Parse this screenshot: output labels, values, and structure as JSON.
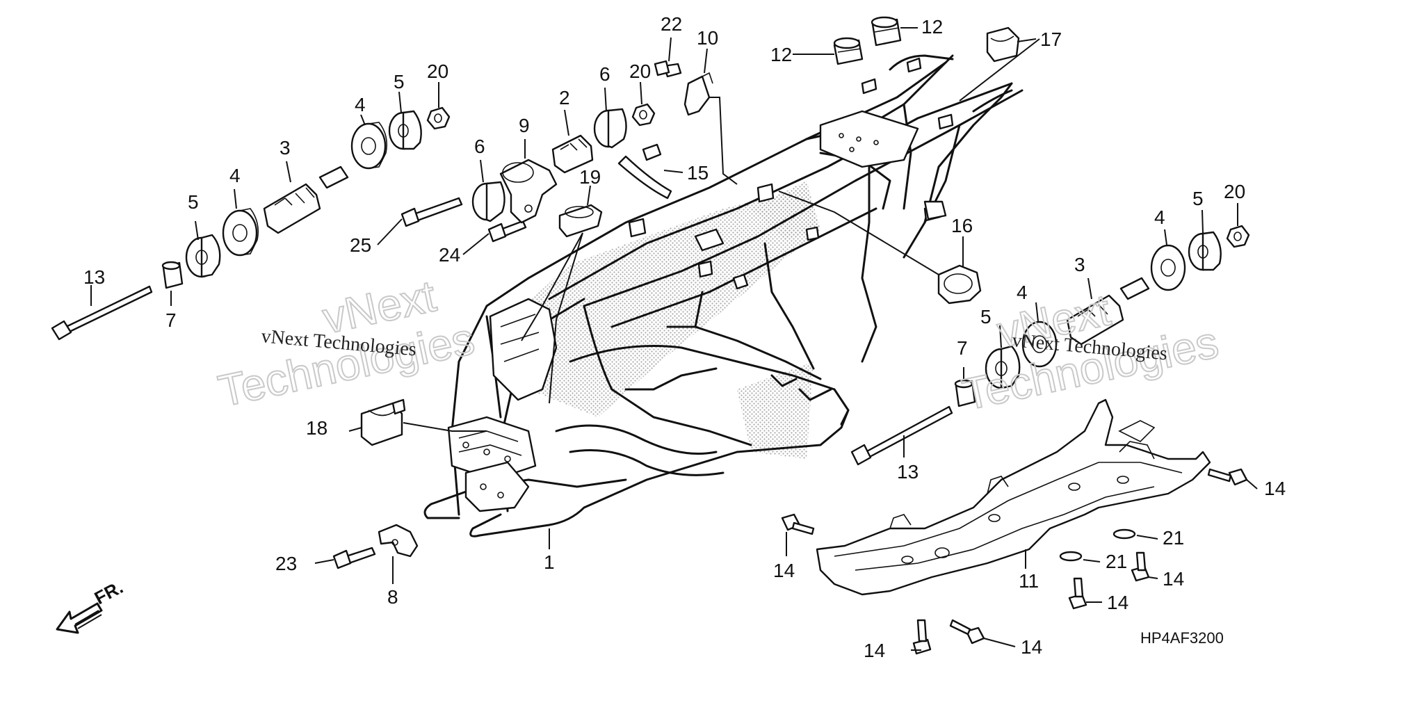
{
  "diagram_code": "HP4AF3200",
  "direction_label": "FR.",
  "watermark": {
    "brand_top": "vNext",
    "brand_bottom": "Technologies",
    "line": "vNext Technologies"
  },
  "callouts": {
    "c1": "1",
    "c2": "2",
    "c3a": "3",
    "c3b": "3",
    "c4a": "4",
    "c4b": "4",
    "c4c": "4",
    "c4d": "4",
    "c5a": "5",
    "c5b": "5",
    "c5c": "5",
    "c5d": "5",
    "c6a": "6",
    "c6b": "6",
    "c7a": "7",
    "c7b": "7",
    "c8": "8",
    "c9": "9",
    "c10": "10",
    "c11": "11",
    "c12a": "12",
    "c12b": "12",
    "c13a": "13",
    "c13b": "13",
    "c14a": "14",
    "c14b": "14",
    "c14c": "14",
    "c14d": "14",
    "c14e": "14",
    "c14f": "14",
    "c15": "15",
    "c16": "16",
    "c17": "17",
    "c18": "18",
    "c19": "19",
    "c20a": "20",
    "c20b": "20",
    "c20c": "20",
    "c21a": "21",
    "c21b": "21",
    "c22": "22",
    "c23": "23",
    "c24": "24",
    "c25": "25"
  },
  "colors": {
    "line": "#111111",
    "background": "#ffffff",
    "watermark": "#c9c9c9",
    "shading": "#9a9a9a"
  }
}
